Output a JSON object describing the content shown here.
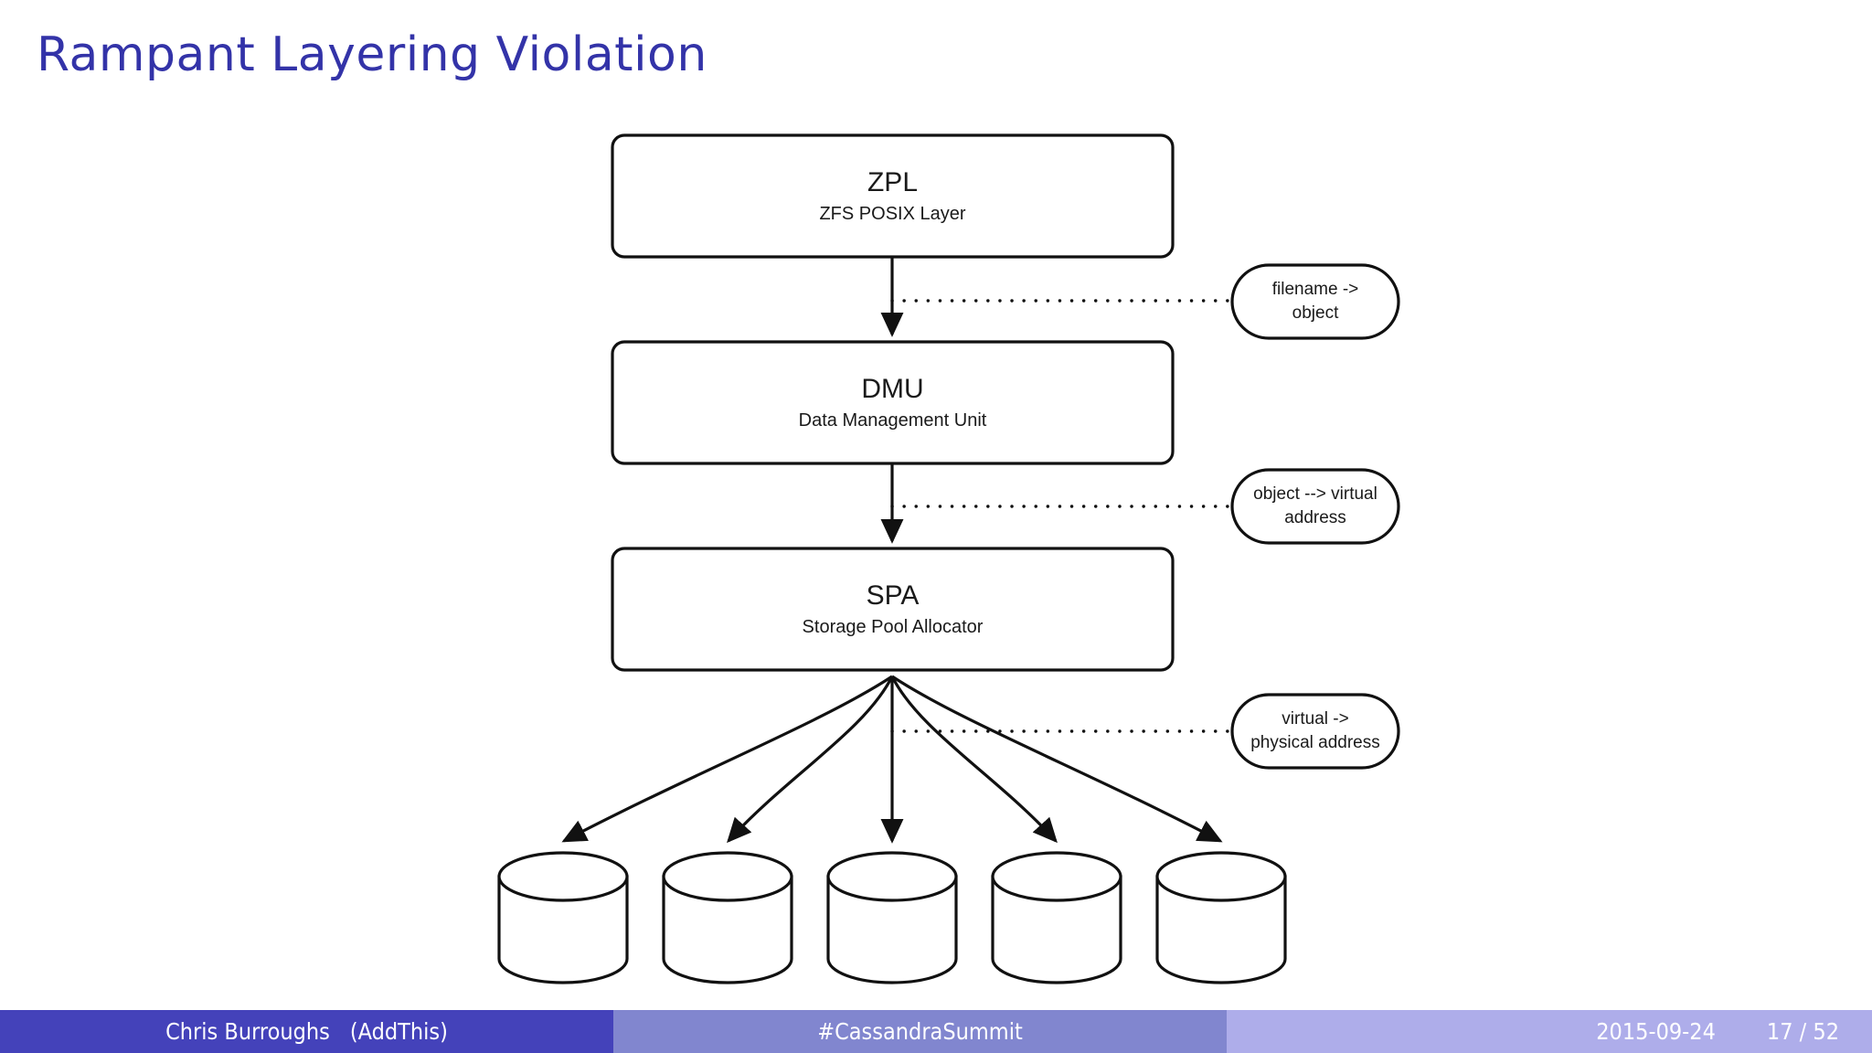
{
  "slide": {
    "title": "Rampant Layering Violation",
    "title_color": "#3333a8"
  },
  "diagram": {
    "type": "layered-block-diagram",
    "layers": [
      {
        "abbr": "ZPL",
        "full": "ZFS POSIX Layer"
      },
      {
        "abbr": "DMU",
        "full": "Data Management Unit"
      },
      {
        "abbr": "SPA",
        "full": "Storage Pool Allocator"
      }
    ],
    "callouts": [
      {
        "line1": "filename ->",
        "line2": "object"
      },
      {
        "line1": "object --> virtual",
        "line2": "address"
      },
      {
        "line1": "virtual ->",
        "line2": "physical address"
      }
    ],
    "disks": [
      {
        "label": ""
      },
      {
        "label": ""
      },
      {
        "label": ""
      },
      {
        "label": ""
      },
      {
        "label": ""
      }
    ],
    "disk_count": 5,
    "stroke_color": "#111111"
  },
  "footer": {
    "author": "Chris Burroughs",
    "affiliation": "(AddThis)",
    "event": "#CassandraSummit",
    "date": "2015-09-24",
    "page": "17 / 52",
    "colors": {
      "author_bg": "#4442ba",
      "event_bg": "#8186cf",
      "meta_bg": "#aeadea",
      "text": "#ffffff"
    }
  }
}
